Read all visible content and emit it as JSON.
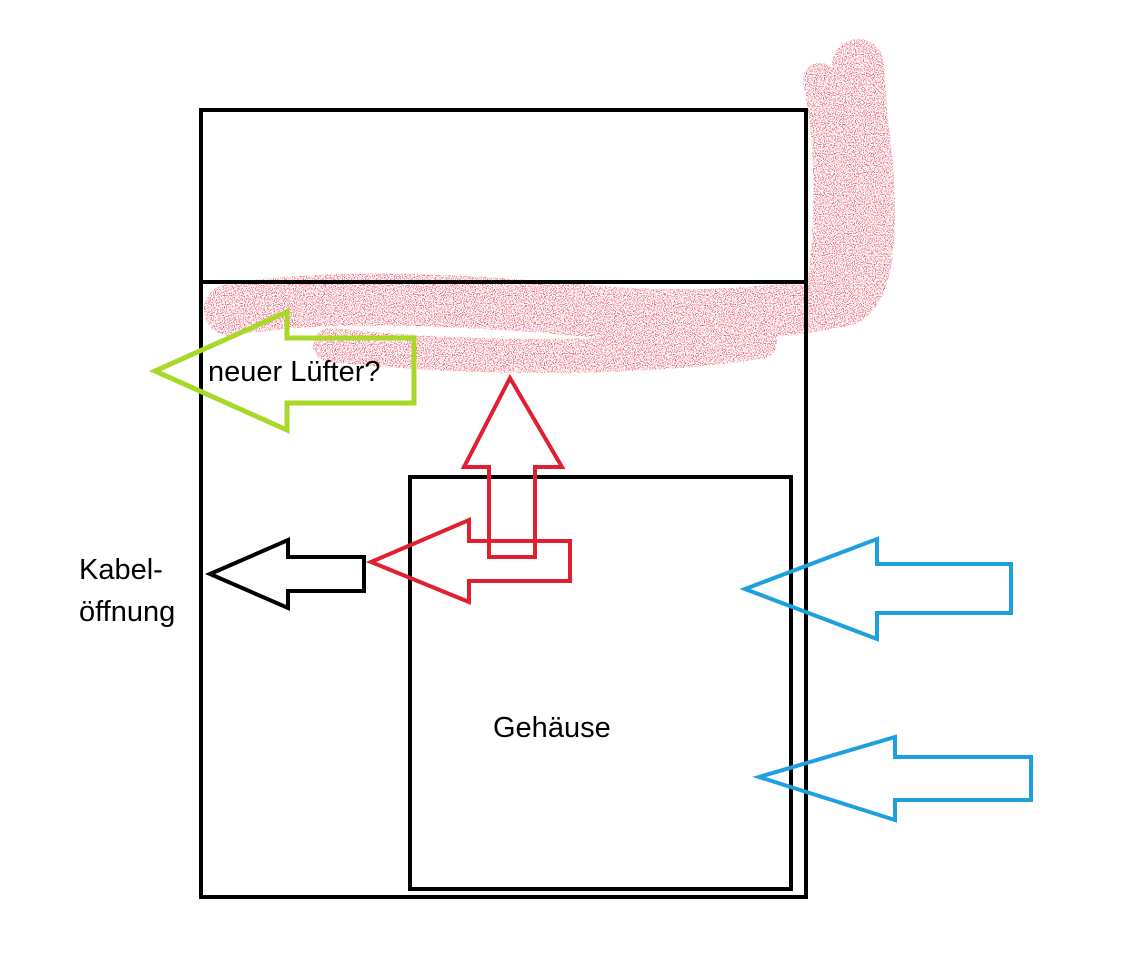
{
  "labels": {
    "new_fan": "neuer Lüfter?",
    "cable_opening_line1": "Kabel-",
    "cable_opening_line2": "öffnung",
    "housing": "Gehäuse"
  },
  "colors": {
    "outline": "#000000",
    "heat": "#e02030",
    "airflow_in": "#1ea0e0",
    "new_fan": "#a8d828",
    "cable": "#000000"
  },
  "icons": {
    "heat_haze": "red-heat-haze",
    "new_fan_arrow": "green-left-arrow",
    "cable_arrow": "black-left-arrow",
    "heat_arrows": "red-arrows",
    "intake_arrows": "blue-left-arrows"
  }
}
